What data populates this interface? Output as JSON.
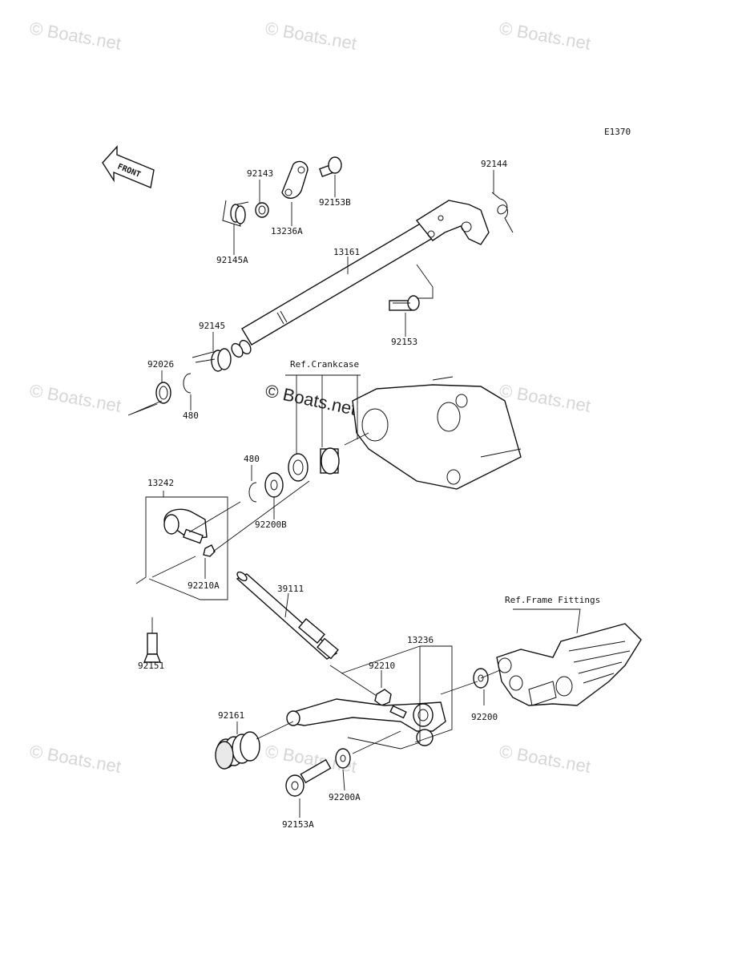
{
  "diagram_code": "E1370",
  "front_label": "FRONT",
  "watermark": "© Boats.net",
  "refs": {
    "crankcase": "Ref.Crankcase",
    "frame_fittings": "Ref.Frame Fittings"
  },
  "parts": {
    "p92143": "92143",
    "p92153B": "92153B",
    "p92144": "92144",
    "p13236A": "13236A",
    "p92145A": "92145A",
    "p13161": "13161",
    "p92145": "92145",
    "p92153": "92153",
    "p92026": "92026",
    "p480a": "480",
    "p480b": "480",
    "p13242": "13242",
    "p92200B": "92200B",
    "p92210A": "92210A",
    "p39111": "39111",
    "p92151": "92151",
    "p13236": "13236",
    "p92210": "92210",
    "p92200": "92200",
    "p92161": "92161",
    "p92200A": "92200A",
    "p92153A": "92153A"
  }
}
